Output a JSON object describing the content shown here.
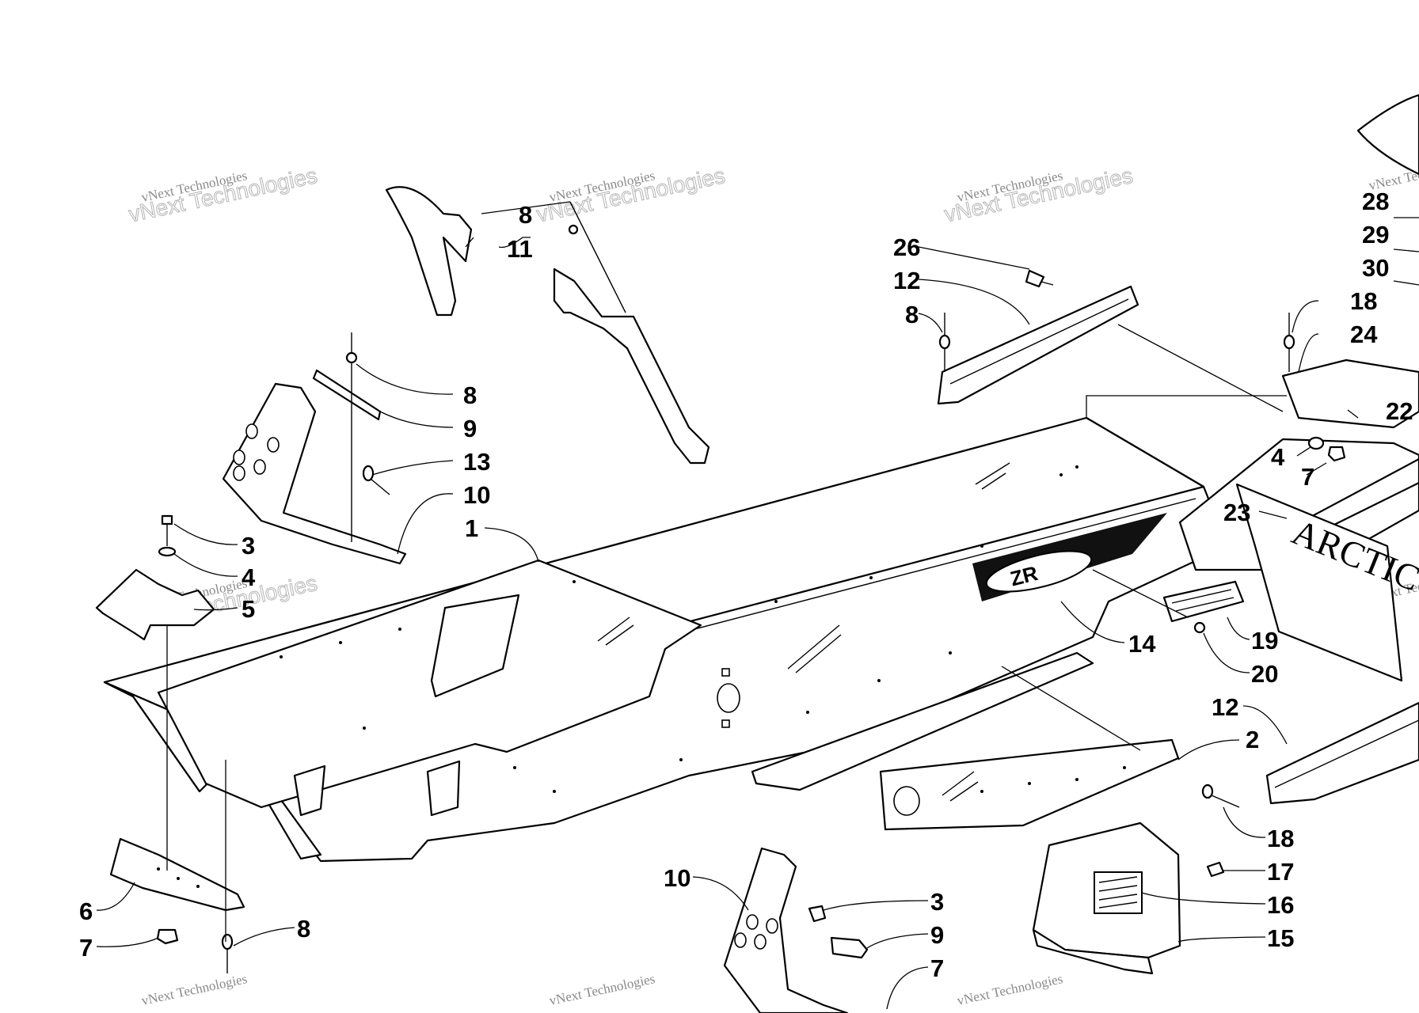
{
  "watermark": {
    "line1": "vNext Technologies",
    "outline": "vNext Technologies"
  },
  "decals": {
    "logo": "ZR",
    "flap": "ARCTIC CAT"
  },
  "callouts": [
    {
      "id": "c1",
      "text": "1"
    },
    {
      "id": "c2",
      "text": "2"
    },
    {
      "id": "c3a",
      "text": "3"
    },
    {
      "id": "c3b",
      "text": "3"
    },
    {
      "id": "c4a",
      "text": "4"
    },
    {
      "id": "c4b",
      "text": "4"
    },
    {
      "id": "c5",
      "text": "5"
    },
    {
      "id": "c6",
      "text": "6"
    },
    {
      "id": "c7a",
      "text": "7"
    },
    {
      "id": "c7b",
      "text": "7"
    },
    {
      "id": "c7c",
      "text": "7"
    },
    {
      "id": "c8a",
      "text": "8"
    },
    {
      "id": "c8b",
      "text": "8"
    },
    {
      "id": "c8c",
      "text": "8"
    },
    {
      "id": "c8d",
      "text": "8"
    },
    {
      "id": "c9a",
      "text": "9"
    },
    {
      "id": "c9b",
      "text": "9"
    },
    {
      "id": "c10a",
      "text": "10"
    },
    {
      "id": "c10b",
      "text": "10"
    },
    {
      "id": "c11",
      "text": "11"
    },
    {
      "id": "c12a",
      "text": "12"
    },
    {
      "id": "c12b",
      "text": "12"
    },
    {
      "id": "c13",
      "text": "13"
    },
    {
      "id": "c14",
      "text": "14"
    },
    {
      "id": "c15",
      "text": "15"
    },
    {
      "id": "c16",
      "text": "16"
    },
    {
      "id": "c17",
      "text": "17"
    },
    {
      "id": "c18a",
      "text": "18"
    },
    {
      "id": "c18b",
      "text": "18"
    },
    {
      "id": "c19",
      "text": "19"
    },
    {
      "id": "c20",
      "text": "20"
    },
    {
      "id": "c22",
      "text": "22"
    },
    {
      "id": "c23",
      "text": "23"
    },
    {
      "id": "c24",
      "text": "24"
    },
    {
      "id": "c26",
      "text": "26"
    },
    {
      "id": "c28",
      "text": "28"
    },
    {
      "id": "c29",
      "text": "29"
    },
    {
      "id": "c30",
      "text": "30"
    }
  ]
}
